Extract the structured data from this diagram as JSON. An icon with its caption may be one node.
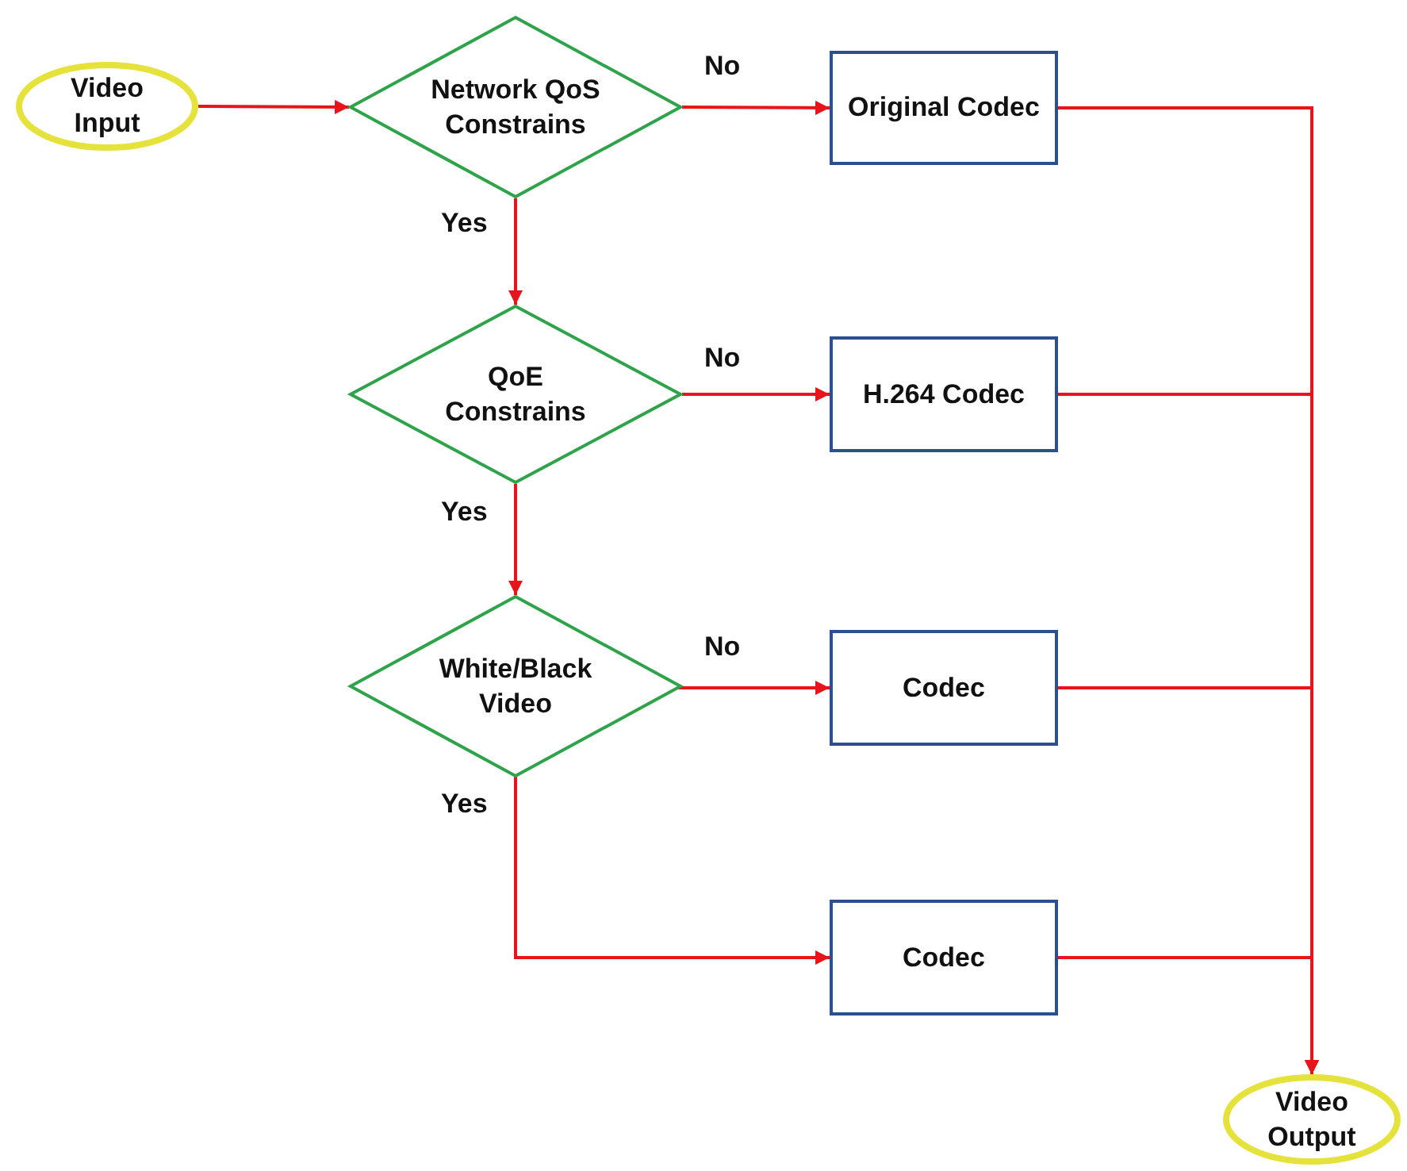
{
  "diagram": {
    "nodes": [
      {
        "text": [
          "Video Input"
        ]
      },
      {
        "text": [
          "Network QoS Constrains"
        ]
      },
      {
        "text": [
          "Original Codec"
        ]
      },
      {
        "text": [
          "QoE Constrains"
        ]
      },
      {
        "text": [
          "H.264 Codec"
        ]
      },
      {
        "text": [
          "White/Black Video"
        ]
      },
      {
        "text": [
          "Codec"
        ]
      },
      {
        "text": [
          "Codec"
        ]
      },
      {
        "text": [
          "Video Output"
        ]
      }
    ],
    "edges": [
      {
        "from": 0,
        "to": 1,
        "arrow": "to"
      },
      {
        "from": 1,
        "to": 2,
        "arrow": "to",
        "label": "No"
      },
      {
        "from": 1,
        "to": 3,
        "arrow": "to",
        "label": "Yes"
      },
      {
        "from": 3,
        "to": 4,
        "arrow": "to",
        "label": "No"
      },
      {
        "from": 3,
        "to": 5,
        "arrow": "to",
        "label": "Yes"
      },
      {
        "from": 5,
        "to": 6,
        "arrow": "to",
        "label": "No"
      },
      {
        "from": 5,
        "to": 7,
        "arrow": "to",
        "label": "Yes"
      },
      {
        "from": 2,
        "to": 8,
        "arrow": "to"
      },
      {
        "from": 4,
        "to": 8,
        "arrow": "to"
      },
      {
        "from": 6,
        "to": 8,
        "arrow": "to"
      },
      {
        "from": 7,
        "to": 8,
        "arrow": "to"
      }
    ]
  }
}
